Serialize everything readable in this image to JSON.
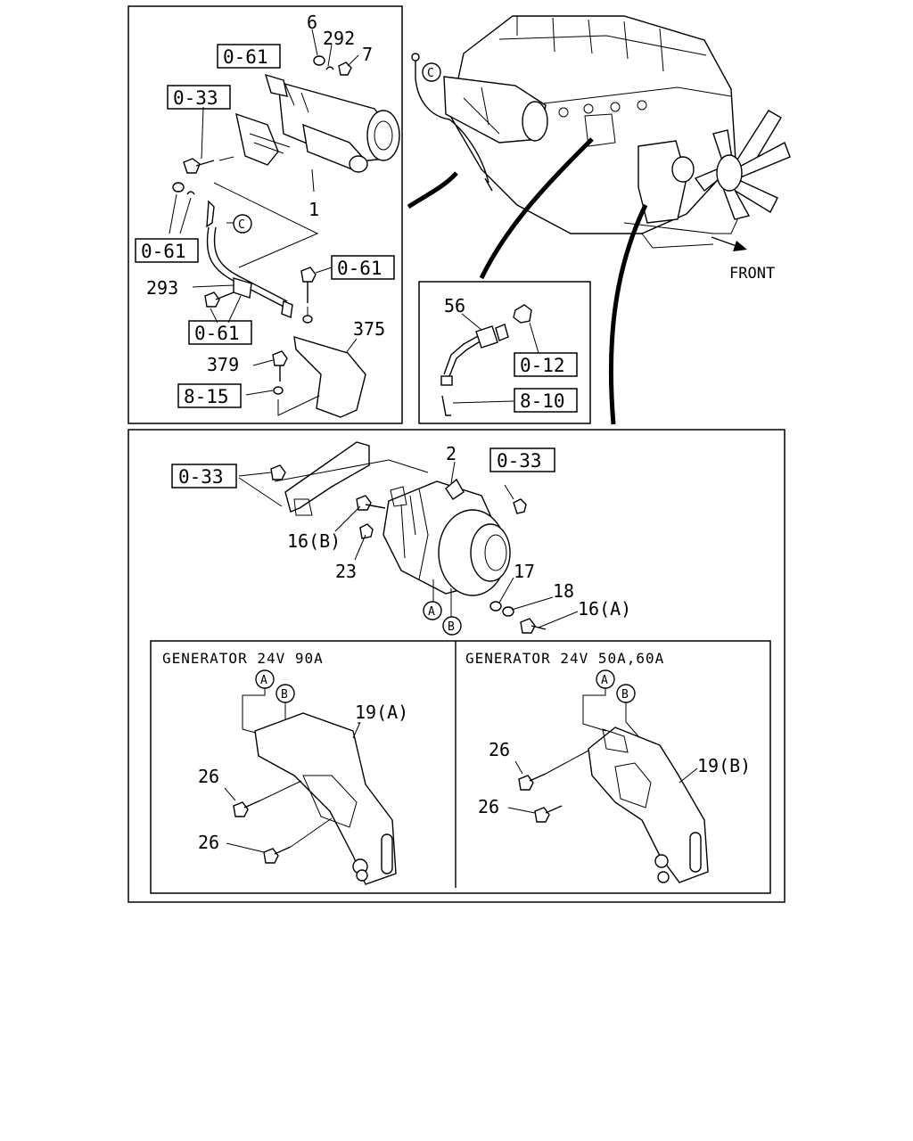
{
  "top_left_panel": {
    "labels": {
      "n6": "6",
      "n292": "292",
      "n7": "7",
      "n1": "1",
      "n293": "293",
      "n375": "375",
      "n379": "379"
    },
    "refs": {
      "ref_a": "0-61",
      "ref_b": "0-33",
      "ref_c": "0-61",
      "ref_d": "0-61",
      "ref_e": "0-61",
      "ref_f": "8-15"
    },
    "circle_c": "C"
  },
  "top_right_panel": {
    "circle_c": "C",
    "front_label": "FRONT"
  },
  "sensor_inset": {
    "n56": "56",
    "ref_a": "0-12",
    "ref_b": "8-10"
  },
  "alternator_panel": {
    "labels": {
      "n2": "2",
      "n16b": "16(B)",
      "n23": "23",
      "n17": "17",
      "n18": "18",
      "n16a": "16(A)"
    },
    "refs": {
      "ref_left": "0-33",
      "ref_right": "0-33"
    },
    "circle_a": "A",
    "circle_b": "B"
  },
  "generator_90a": {
    "title": "GENERATOR 24V 90A",
    "circle_a": "A",
    "circle_b": "B",
    "n19a": "19(A)",
    "n26_top": "26",
    "n26_bottom": "26"
  },
  "generator_50a": {
    "title": "GENERATOR 24V 50A,60A",
    "circle_a": "A",
    "circle_b": "B",
    "n19b": "19(B)",
    "n26_top": "26",
    "n26_bottom": "26"
  }
}
